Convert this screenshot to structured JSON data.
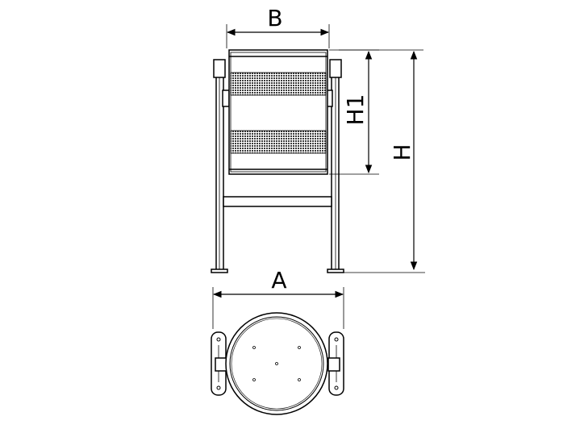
{
  "labels": {
    "width_top": "B",
    "height_body": "H1",
    "height_total": "H",
    "width_base": "A"
  },
  "colors": {
    "line": "#000000",
    "mesh": "#3a3a3a",
    "background": "#ffffff"
  }
}
